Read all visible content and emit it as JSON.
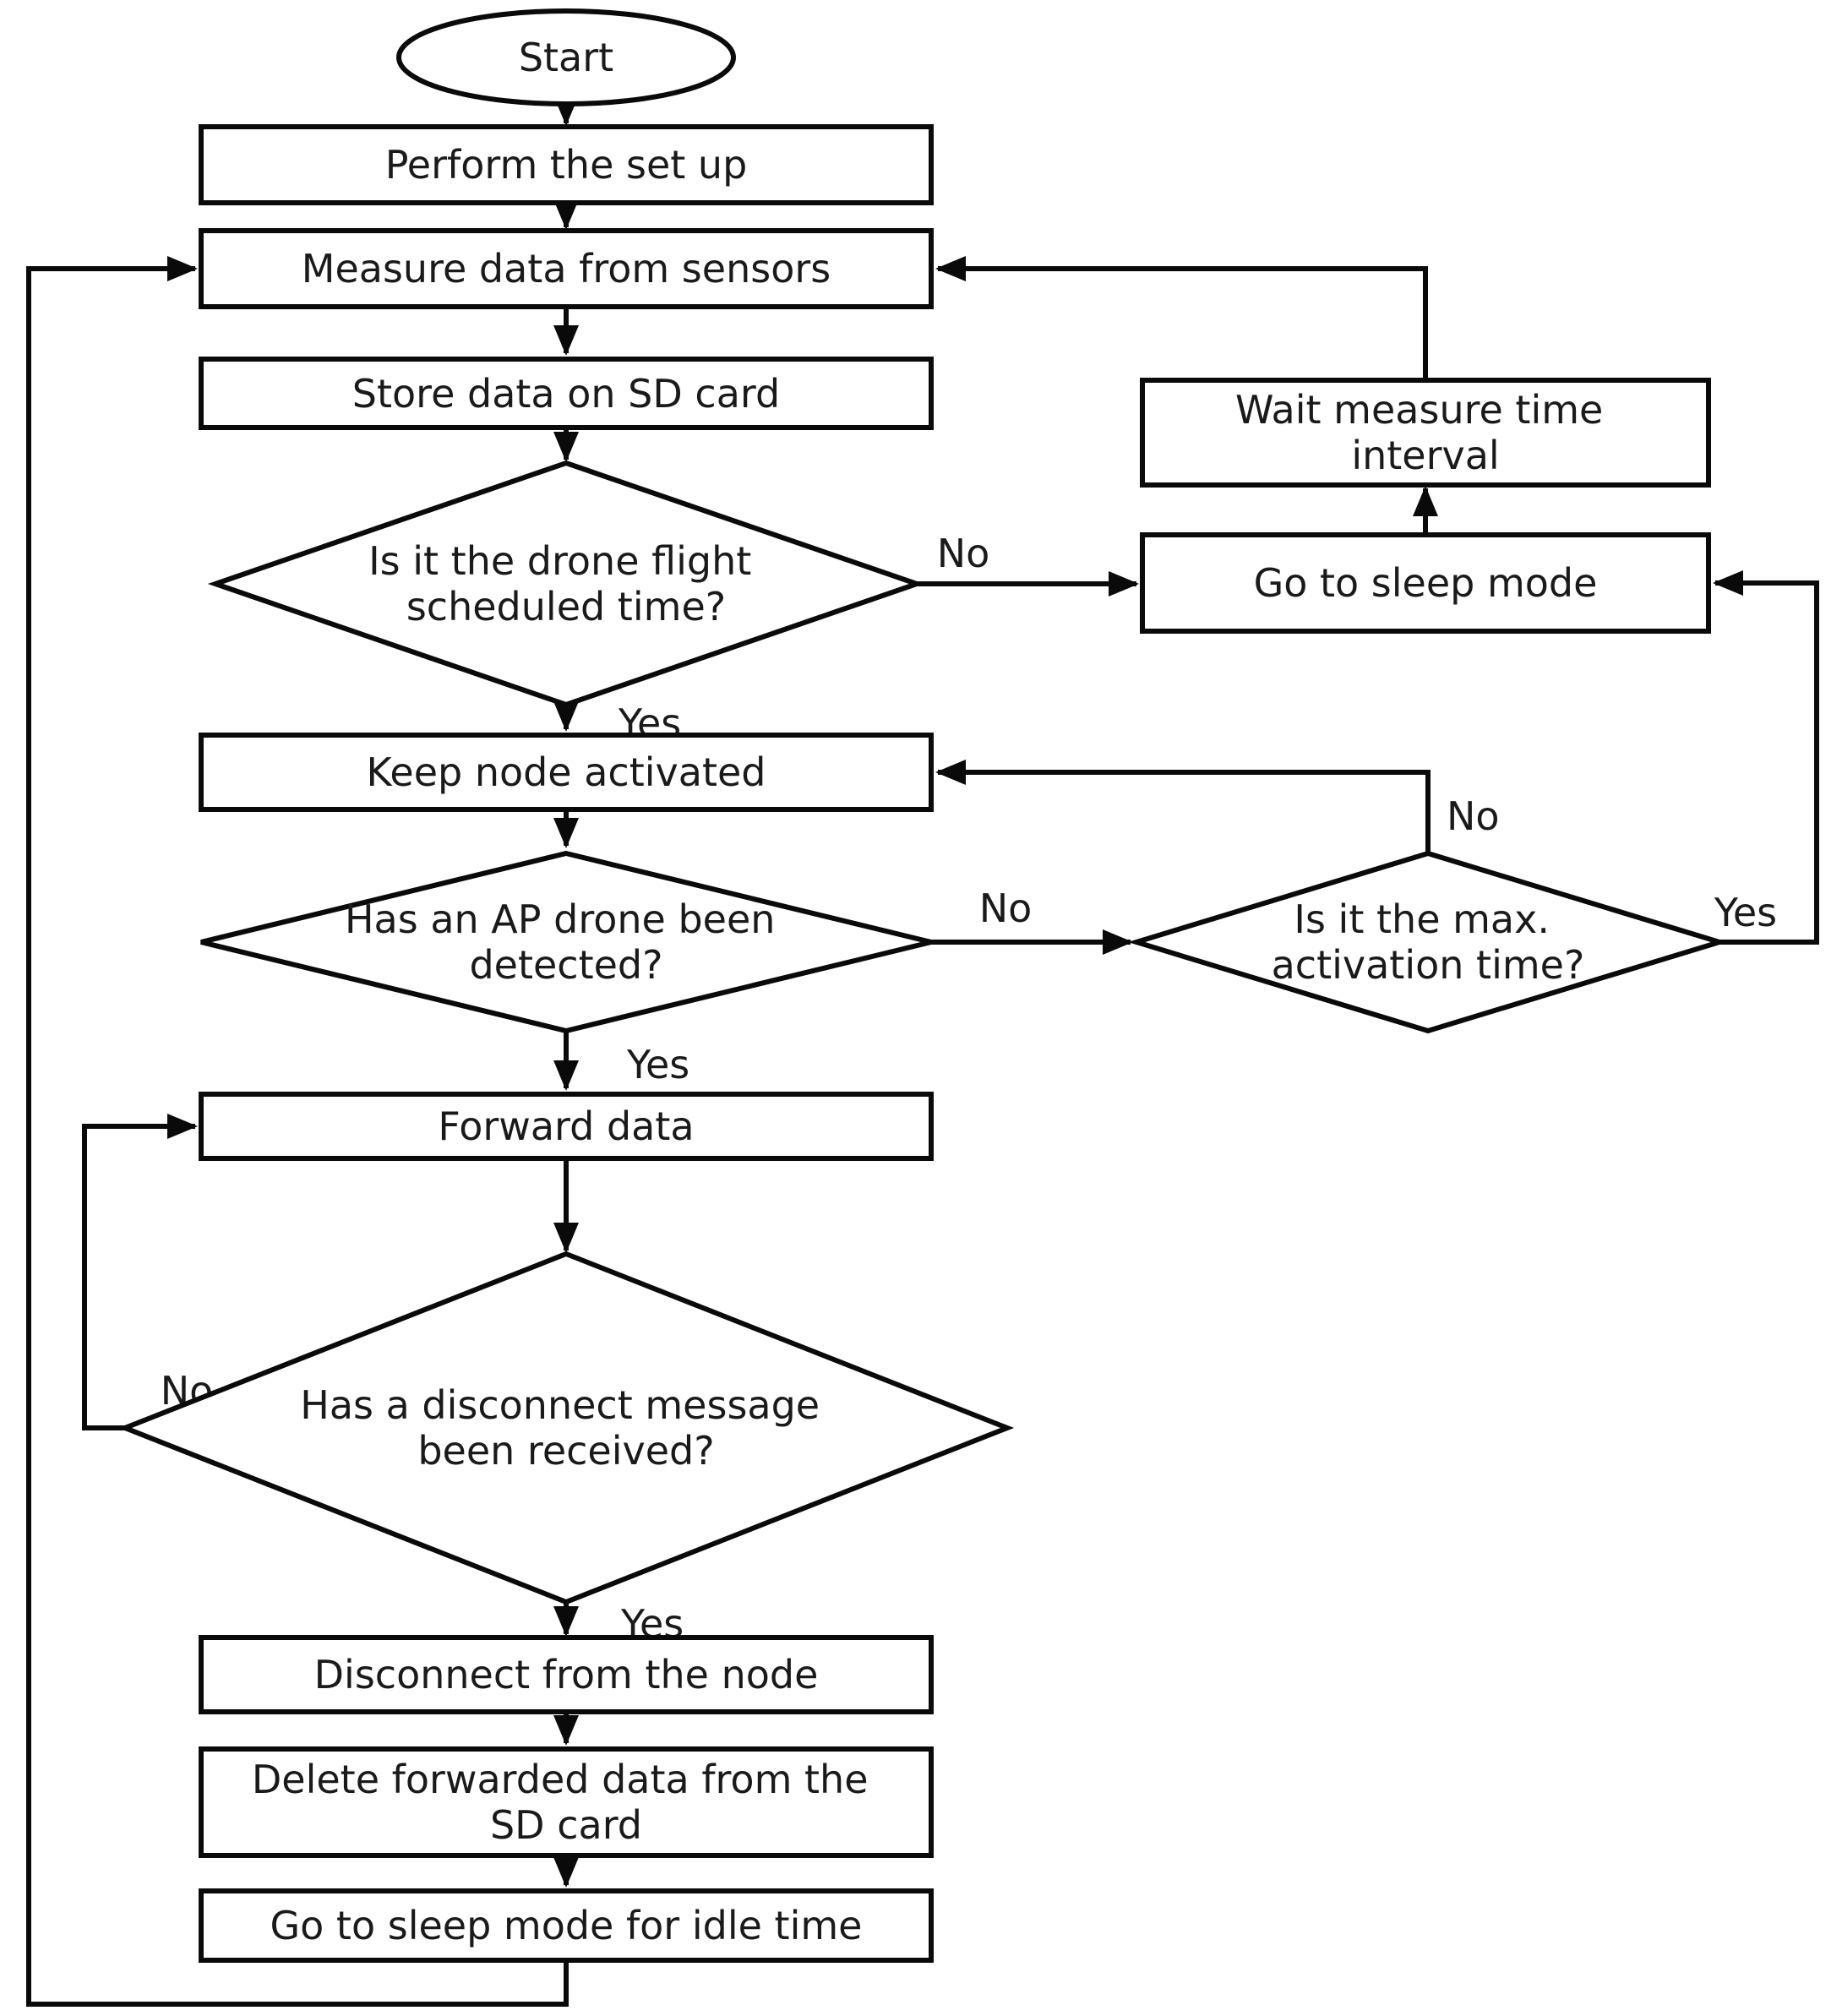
{
  "diagram": {
    "type": "flowchart",
    "background_color": "#ffffff",
    "stroke_color": "#0a0a0a",
    "nodes": {
      "start": {
        "shape": "ellipse",
        "label": "Start"
      },
      "perform_setup": {
        "shape": "process",
        "label": "Perform the set up"
      },
      "measure_data": {
        "shape": "process",
        "label": "Measure data from sensors"
      },
      "store_data": {
        "shape": "process",
        "label": "Store data on SD card"
      },
      "drone_flight_time": {
        "shape": "decision",
        "lines": [
          "Is it the drone flight",
          "scheduled time?"
        ]
      },
      "keep_node_activated": {
        "shape": "process",
        "label": "Keep node activated"
      },
      "ap_drone_detected": {
        "shape": "decision",
        "lines": [
          "Has an AP drone been",
          "detected?"
        ]
      },
      "max_activation_time": {
        "shape": "decision",
        "lines": [
          "Is it the max.",
          "activation time?"
        ]
      },
      "forward_data": {
        "shape": "process",
        "label": "Forward data"
      },
      "disconnect_message": {
        "shape": "decision",
        "lines": [
          "Has a disconnect message",
          "been received?"
        ]
      },
      "disconnect_node": {
        "shape": "process",
        "label": "Disconnect from the node"
      },
      "delete_forwarded": {
        "shape": "process",
        "lines": [
          "Delete forwarded data from the",
          "SD card"
        ]
      },
      "sleep_idle": {
        "shape": "process",
        "label": "Go to sleep mode for idle time"
      },
      "wait_interval": {
        "shape": "process",
        "lines": [
          "Wait measure time",
          "interval"
        ]
      },
      "go_sleep_mode": {
        "shape": "process",
        "label": "Go to sleep mode"
      }
    },
    "edge_labels": {
      "flight_yes": "Yes",
      "flight_no": "No",
      "ap_yes": "Yes",
      "ap_no": "No",
      "max_no": "No",
      "max_yes": "Yes",
      "disconnect_yes": "Yes",
      "disconnect_no": "No"
    }
  }
}
